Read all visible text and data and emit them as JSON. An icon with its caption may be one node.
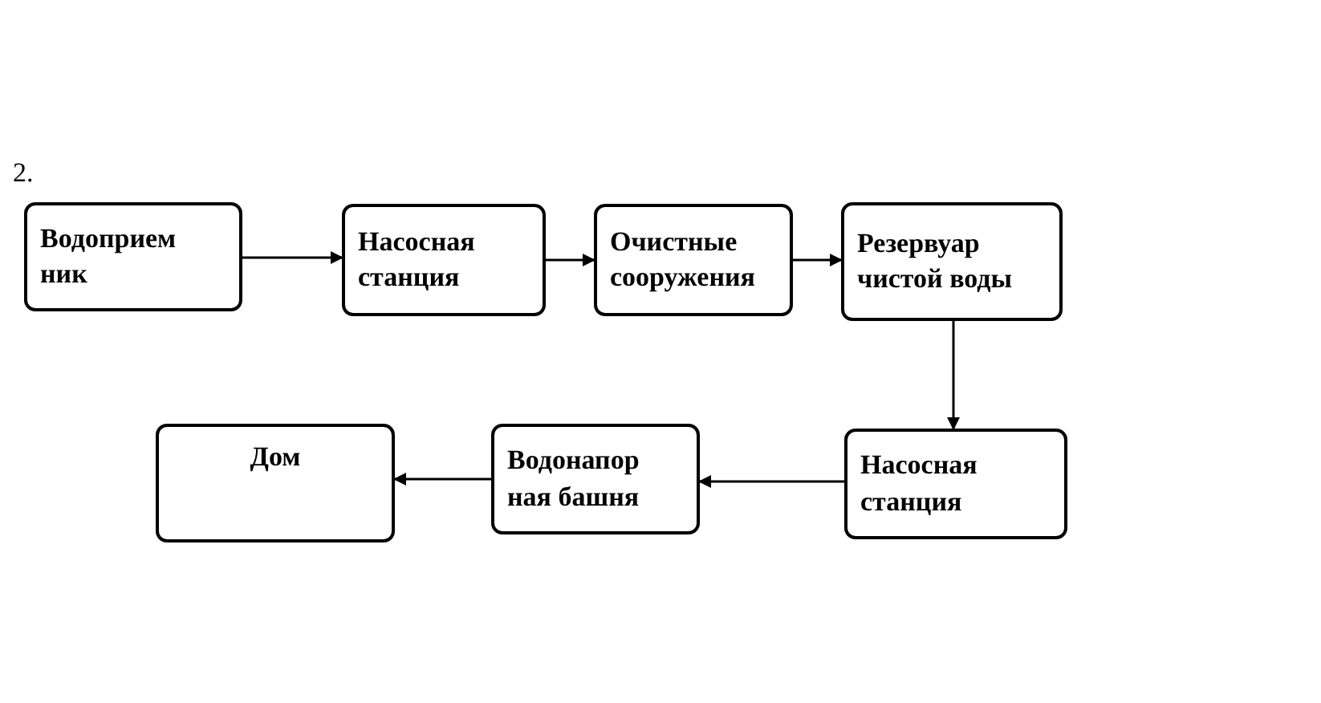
{
  "diagram": {
    "nodes": [
      {
        "text": [
          "Водоприем ник"
        ]
      },
      {
        "text": [
          "Насосная станция"
        ]
      },
      {
        "text": [
          "Очистные сооружения"
        ]
      },
      {
        "text": [
          "Резервуар чистой воды"
        ]
      },
      {
        "text": [
          "Насосная станция"
        ]
      },
      {
        "text": [
          "Водонапор ная башня"
        ]
      },
      {
        "text": [
          "Дом"
        ]
      }
    ],
    "edges": [
      {
        "from": 0,
        "to": 1,
        "arrow": "to"
      },
      {
        "from": 1,
        "to": 2,
        "arrow": "to"
      },
      {
        "from": 2,
        "to": 3,
        "arrow": "to"
      },
      {
        "from": 3,
        "to": 4,
        "arrow": "to"
      },
      {
        "from": 4,
        "to": 5,
        "arrow": "to"
      },
      {
        "from": 5,
        "to": 6,
        "arrow": "to"
      }
    ],
    "labels": [
      "2."
    ]
  }
}
